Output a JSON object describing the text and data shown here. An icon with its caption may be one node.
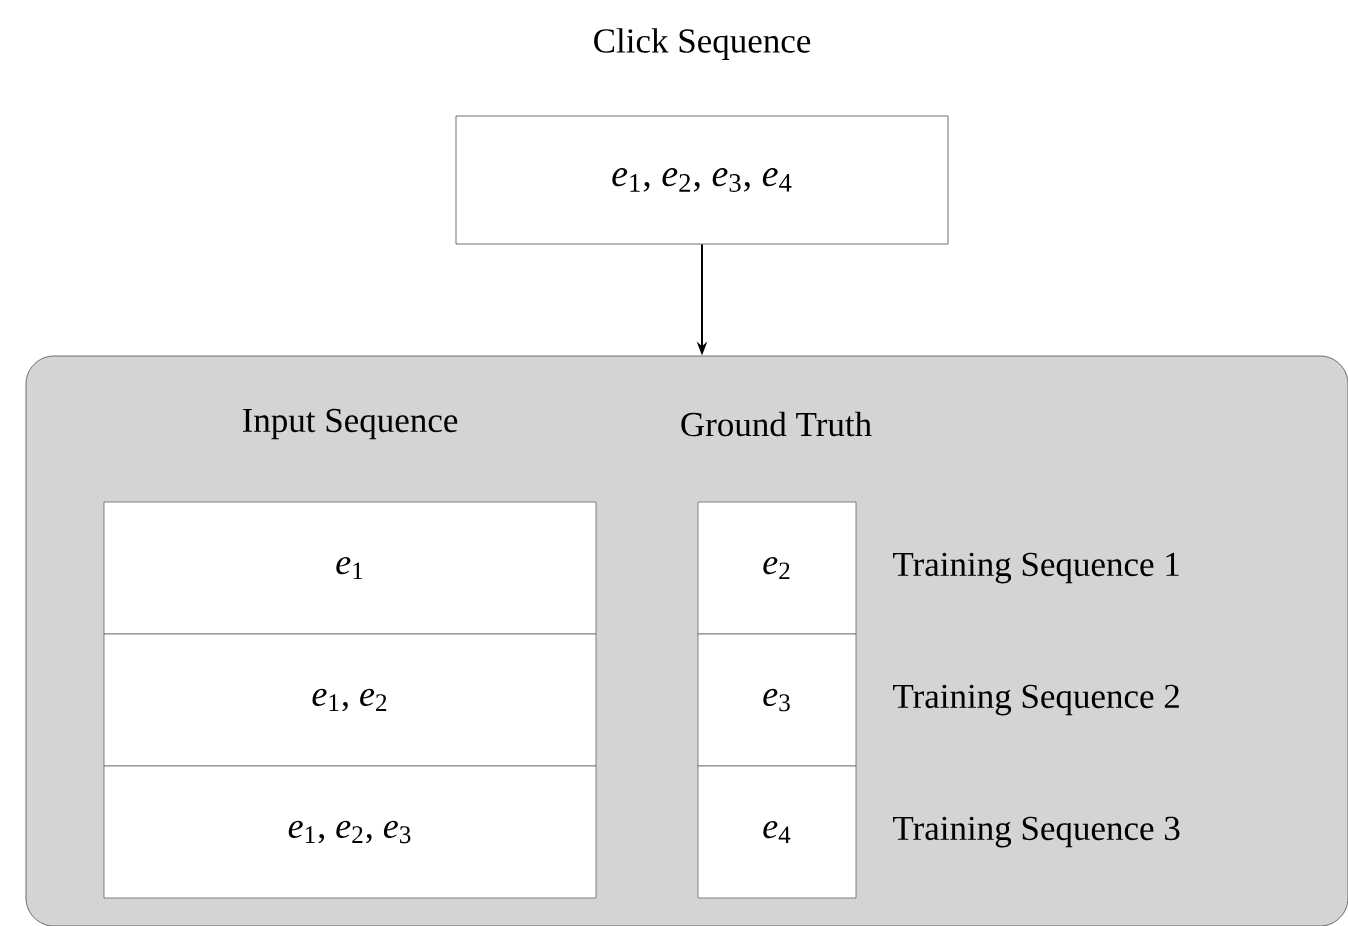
{
  "diagram": {
    "nodes": [
      {
        "text": [
          "Click Sequence",
          "*e*$_{1}$, *e*$_{2}$, *e*$_{3}$, *e*$_{4}$"
        ]
      },
      {
        "text": [
          "Input Sequence",
          "Ground Truth"
        ]
      },
      {
        "text": [
          "*e*$_{1}$"
        ],
        "in": 1
      },
      {
        "text": [
          "*e*$_{1}$, *e*$_{2}$"
        ],
        "in": 1
      },
      {
        "text": [
          "*e*$_{1}$, *e*$_{2}$, *e*$_{3}$"
        ],
        "in": 1
      },
      {
        "text": [
          "*e*$_{2}$"
        ],
        "in": 1,
        "beside": [
          "Training Sequence 1"
        ]
      },
      {
        "text": [
          "*e*$_{3}$"
        ],
        "in": 1,
        "beside": [
          "Training Sequence 2"
        ]
      },
      {
        "text": [
          "*e*$_{4}$"
        ],
        "in": 1,
        "beside": [
          "Training Sequence 3"
        ]
      }
    ],
    "edges": [
      {
        "from": 0,
        "to": 1,
        "arrow": "to"
      }
    ]
  }
}
